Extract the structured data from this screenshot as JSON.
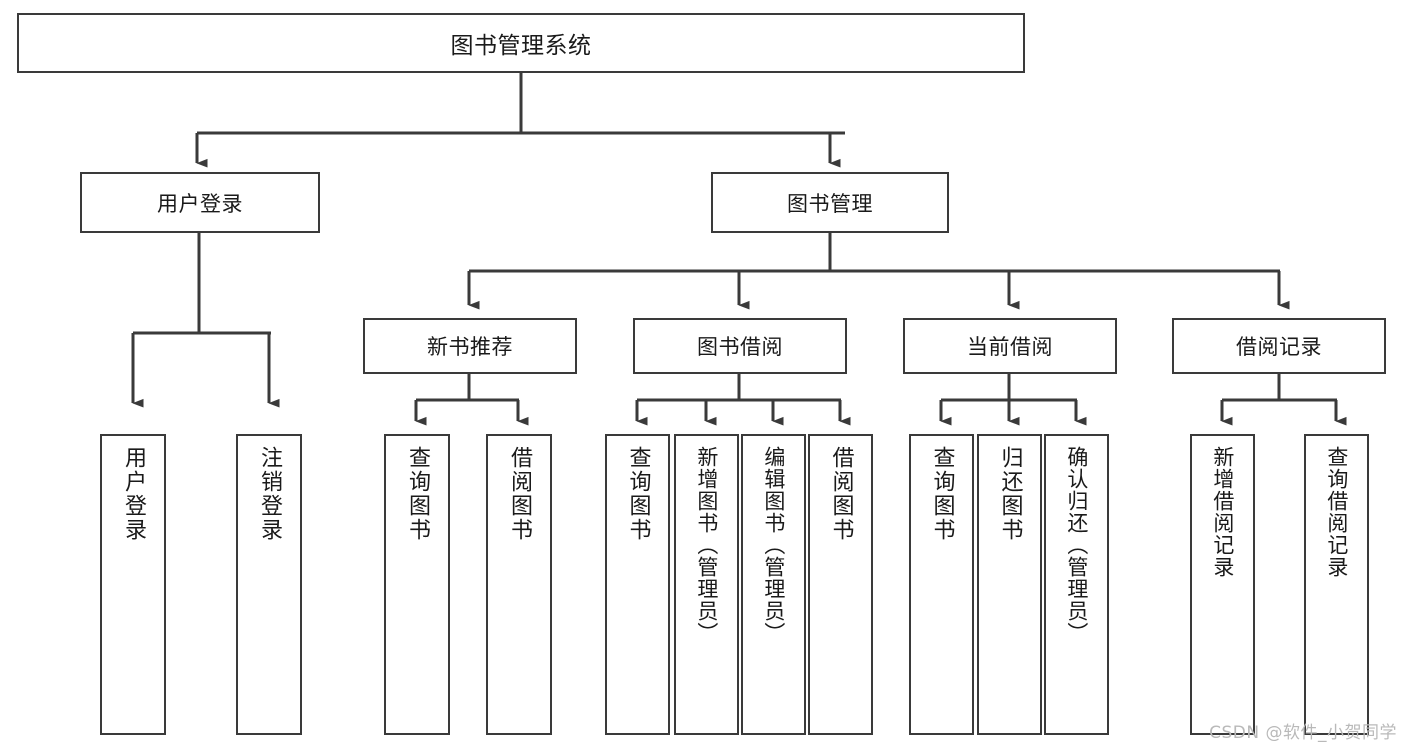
{
  "diagram": {
    "title": "图书管理系统",
    "type": "hierarchy-tree",
    "watermark": "CSDN @软件_小贺同学",
    "colors": {
      "stroke": "#3a3a3a",
      "fill": "#ffffff",
      "text": "#1a1a1a",
      "watermark": "#b9b9b9"
    },
    "levels": {
      "root_label": "图书管理系统",
      "level2": [
        "用户登录",
        "图书管理"
      ],
      "level3": [
        "新书推荐",
        "图书借阅",
        "当前借阅",
        "借阅记录"
      ]
    },
    "nodes": {
      "root": {
        "label": "图书管理系统"
      },
      "user_login": {
        "label": "用户登录"
      },
      "book_manage": {
        "label": "图书管理"
      },
      "new_book_rec": {
        "label": "新书推荐"
      },
      "book_borrow": {
        "label": "图书借阅"
      },
      "current_borrow": {
        "label": "当前借阅"
      },
      "borrow_record": {
        "label": "借阅记录"
      },
      "leaf_user_login": {
        "label": "用户登录"
      },
      "leaf_logout": {
        "label": "注销登录"
      },
      "leaf_query_book_1": {
        "label": "查询图书"
      },
      "leaf_borrow_book_1": {
        "label": "借阅图书"
      },
      "leaf_query_book_2": {
        "label": "查询图书"
      },
      "leaf_add_book": {
        "label": "新增图书（管理员）"
      },
      "leaf_edit_book": {
        "label": "编辑图书（管理员）"
      },
      "leaf_borrow_book_2": {
        "label": "借阅图书"
      },
      "leaf_query_book_3": {
        "label": "查询图书"
      },
      "leaf_return_book": {
        "label": "归还图书"
      },
      "leaf_confirm_return": {
        "label": "确认归还（管理员）"
      },
      "leaf_add_record": {
        "label": "新增借阅记录"
      },
      "leaf_query_record": {
        "label": "查询借阅记录"
      }
    },
    "edges": [
      {
        "from": "root",
        "to": "user_login"
      },
      {
        "from": "root",
        "to": "book_manage"
      },
      {
        "from": "user_login",
        "to": "leaf_user_login"
      },
      {
        "from": "user_login",
        "to": "leaf_logout"
      },
      {
        "from": "book_manage",
        "to": "new_book_rec"
      },
      {
        "from": "book_manage",
        "to": "book_borrow"
      },
      {
        "from": "book_manage",
        "to": "current_borrow"
      },
      {
        "from": "book_manage",
        "to": "borrow_record"
      },
      {
        "from": "new_book_rec",
        "to": "leaf_query_book_1"
      },
      {
        "from": "new_book_rec",
        "to": "leaf_borrow_book_1"
      },
      {
        "from": "book_borrow",
        "to": "leaf_query_book_2"
      },
      {
        "from": "book_borrow",
        "to": "leaf_add_book"
      },
      {
        "from": "book_borrow",
        "to": "leaf_edit_book"
      },
      {
        "from": "book_borrow",
        "to": "leaf_borrow_book_2"
      },
      {
        "from": "current_borrow",
        "to": "leaf_query_book_3"
      },
      {
        "from": "current_borrow",
        "to": "leaf_return_book"
      },
      {
        "from": "current_borrow",
        "to": "leaf_confirm_return"
      },
      {
        "from": "borrow_record",
        "to": "leaf_add_record"
      },
      {
        "from": "borrow_record",
        "to": "leaf_query_record"
      }
    ]
  }
}
